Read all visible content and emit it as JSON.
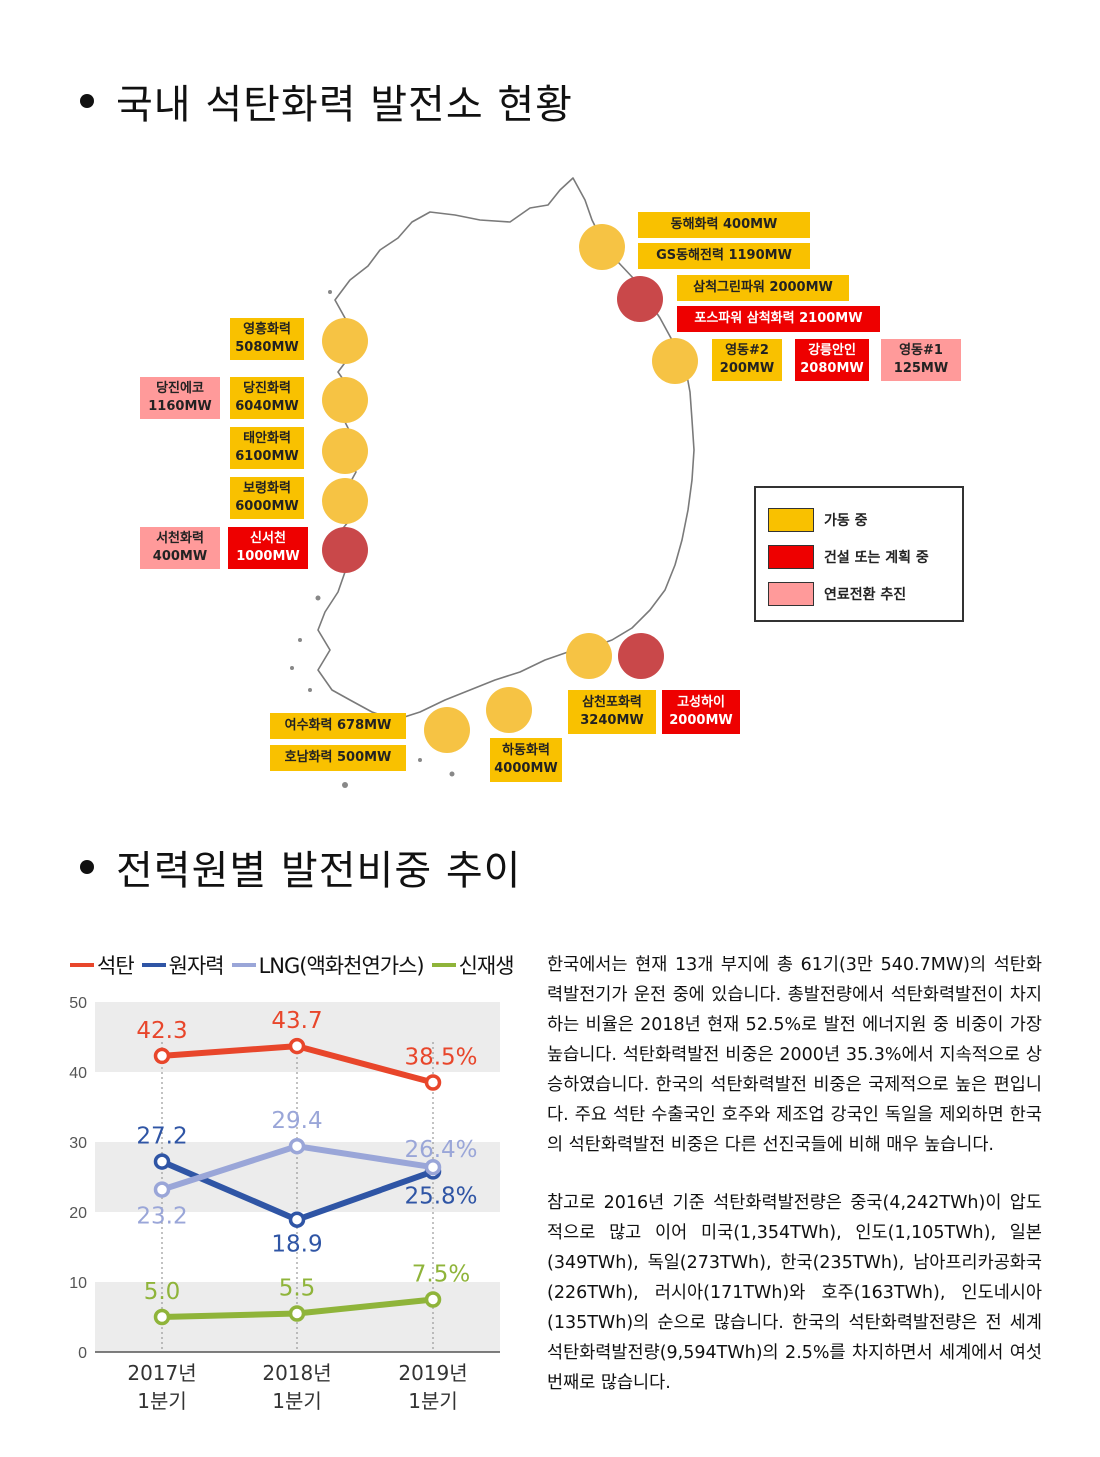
{
  "section1": {
    "title": "국내 석탄화력 발전소 현황"
  },
  "section2": {
    "title": "전력원별 발전비중 추이"
  },
  "map": {
    "plants": [
      {
        "text": "동해화력 400MW",
        "status": "op"
      },
      {
        "text": "GS동해전력 1190MW",
        "status": "op"
      },
      {
        "text": "삼척그린파워 2000MW",
        "status": "op"
      },
      {
        "text": "포스파워 삼척화력 2100MW",
        "status": "plan"
      },
      {
        "text": "영동#2\n200MW",
        "status": "op"
      },
      {
        "text": "강릉안인\n2080MW",
        "status": "plan"
      },
      {
        "text": "영동#1\n125MW",
        "status": "conv"
      },
      {
        "text": "영흥화력\n5080MW",
        "status": "op"
      },
      {
        "text": "당진에코\n1160MW",
        "status": "conv"
      },
      {
        "text": "당진화력\n6040MW",
        "status": "op"
      },
      {
        "text": "태안화력\n6100MW",
        "status": "op"
      },
      {
        "text": "보령화력\n6000MW",
        "status": "op"
      },
      {
        "text": "서천화력\n400MW",
        "status": "conv"
      },
      {
        "text": "신서천\n1000MW",
        "status": "plan"
      },
      {
        "text": "삼천포화력\n3240MW",
        "status": "op"
      },
      {
        "text": "고성하이\n2000MW",
        "status": "plan"
      },
      {
        "text": "여수화력 678MW",
        "status": "op"
      },
      {
        "text": "호남화력 500MW",
        "status": "op"
      },
      {
        "text": "하동화력\n4000MW",
        "status": "op"
      }
    ],
    "legend": [
      {
        "label": "가동 중",
        "color": "#f9c100"
      },
      {
        "label": "건설 또는 계획 중",
        "color": "#ee0000"
      },
      {
        "label": "연료전환 추진",
        "color": "#ff9a9a"
      }
    ]
  },
  "chart_legend": [
    {
      "label": "석탄",
      "color": "#e8462b"
    },
    {
      "label": "원자력",
      "color": "#2f55a5"
    },
    {
      "label": "LNG(액화천연가스)",
      "color": "#9aa6d8"
    },
    {
      "label": "신재생",
      "color": "#8fb43a"
    }
  ],
  "chart_data": {
    "type": "line",
    "categories": [
      "2017년\n1분기",
      "2018년\n1분기",
      "2019년\n1분기"
    ],
    "ylim": [
      0,
      50
    ],
    "yticks": [
      "0",
      "10",
      "20",
      "30",
      "40",
      "50"
    ],
    "series": [
      {
        "name": "석탄",
        "values": [
          42.3,
          43.7,
          38.5
        ],
        "labels": [
          "42.3",
          "43.7",
          "38.5%"
        ],
        "color": "#e8462b"
      },
      {
        "name": "원자력",
        "values": [
          27.2,
          18.9,
          25.8
        ],
        "labels": [
          "27.2",
          "18.9",
          "25.8%"
        ],
        "color": "#2f55a5"
      },
      {
        "name": "LNG(액화천연가스)",
        "values": [
          23.2,
          29.4,
          26.4
        ],
        "labels": [
          "23.2",
          "29.4",
          "26.4%"
        ],
        "color": "#9aa6d8"
      },
      {
        "name": "신재생",
        "values": [
          5.0,
          5.5,
          7.5
        ],
        "labels": [
          "5.0",
          "5.5",
          "7.5%"
        ],
        "color": "#8fb43a"
      }
    ]
  },
  "paragraphs": [
    "한국에서는 현재 13개 부지에 총 61기(3만 540.7MW)의 석탄화력발전기가 운전 중에 있습니다. 총발전량에서 석탄화력발전이 차지하는 비율은 2018년 현재 52.5%로 발전 에너지원 중 비중이 가장 높습니다. 석탄화력발전 비중은 2000년 35.3%에서 지속적으로 상승하였습니다. 한국의 석탄화력발전 비중은 국제적으로 높은 편입니다. 주요 석탄 수출국인 호주와 제조업 강국인 독일을 제외하면 한국의 석탄화력발전 비중은 다른 선진국들에 비해 매우 높습니다.",
    "참고로 2016년 기준 석탄화력발전량은 중국(4,242TWh)이 압도적으로 많고 이어 미국(1,354TWh), 인도(1,105TWh), 일본(349TWh), 독일(273TWh), 한국(235TWh), 남아프리카공화국(226TWh), 러시아(171TWh)와 호주(163TWh), 인도네시아(135TWh)의 순으로 많습니다. 한국의 석탄화력발전량은 전 세계 석탄화력발전량(9,594TWh)의 2.5%를 차지하면서 세계에서 여섯 번째로 많습니다."
  ]
}
